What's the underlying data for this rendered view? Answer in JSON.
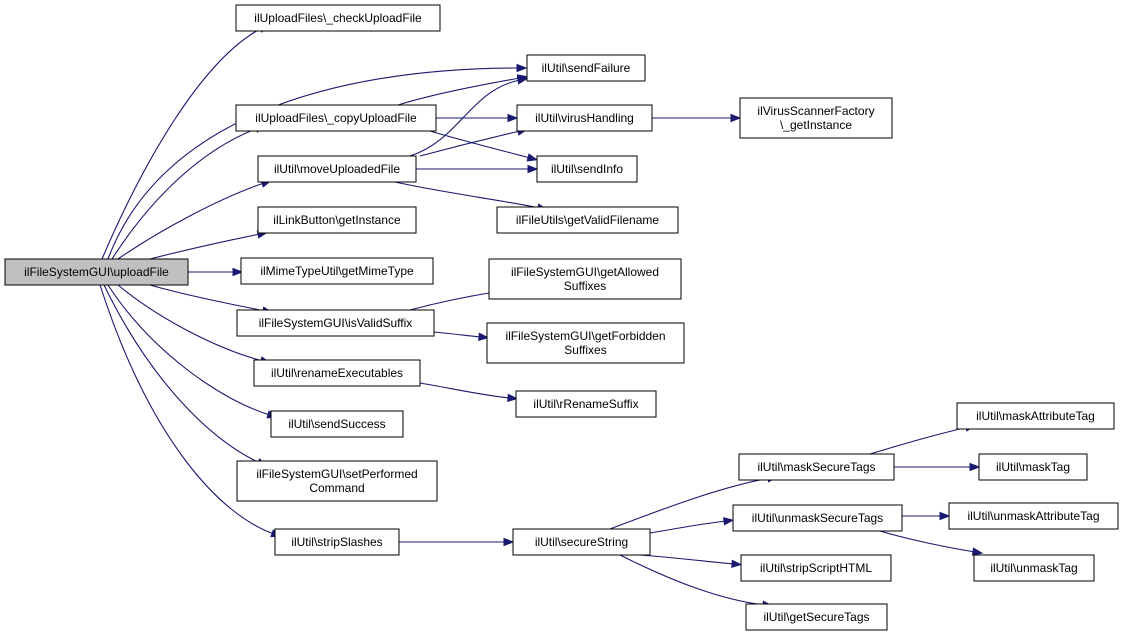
{
  "diagram": {
    "nodes": [
      {
        "id": "root",
        "lines": [
          "ilFileSystemGUI\\uploadFile"
        ]
      },
      {
        "id": "checkUpload",
        "lines": [
          "ilUploadFiles\\_checkUploadFile"
        ]
      },
      {
        "id": "copyUpload",
        "lines": [
          "ilUploadFiles\\_copyUploadFile"
        ]
      },
      {
        "id": "moveUploaded",
        "lines": [
          "ilUtil\\moveUploadedFile"
        ]
      },
      {
        "id": "linkButton",
        "lines": [
          "ilLinkButton\\getInstance"
        ]
      },
      {
        "id": "mimeType",
        "lines": [
          "ilMimeTypeUtil\\getMimeType"
        ]
      },
      {
        "id": "isValidSuffix",
        "lines": [
          "ilFileSystemGUI\\isValidSuffix"
        ]
      },
      {
        "id": "renameExec",
        "lines": [
          "ilUtil\\renameExecutables"
        ]
      },
      {
        "id": "sendSuccess",
        "lines": [
          "ilUtil\\sendSuccess"
        ]
      },
      {
        "id": "setPerformed",
        "lines": [
          "ilFileSystemGUI\\setPerformed",
          "Command"
        ]
      },
      {
        "id": "stripSlashes",
        "lines": [
          "ilUtil\\stripSlashes"
        ]
      },
      {
        "id": "sendFailure",
        "lines": [
          "ilUtil\\sendFailure"
        ]
      },
      {
        "id": "virusHandling",
        "lines": [
          "ilUtil\\virusHandling"
        ]
      },
      {
        "id": "sendInfo",
        "lines": [
          "ilUtil\\sendInfo"
        ]
      },
      {
        "id": "getValidFilename",
        "lines": [
          "ilFileUtils\\getValidFilename"
        ]
      },
      {
        "id": "getAllowed",
        "lines": [
          "ilFileSystemGUI\\getAllowed",
          "Suffixes"
        ]
      },
      {
        "id": "getForbidden",
        "lines": [
          "ilFileSystemGUI\\getForbidden",
          "Suffixes"
        ]
      },
      {
        "id": "rRename",
        "lines": [
          "ilUtil\\rRenameSuffix"
        ]
      },
      {
        "id": "secureString",
        "lines": [
          "ilUtil\\secureString"
        ]
      },
      {
        "id": "virusScanner",
        "lines": [
          "ilVirusScannerFactory",
          "\\_getInstance"
        ]
      },
      {
        "id": "maskSecure",
        "lines": [
          "ilUtil\\maskSecureTags"
        ]
      },
      {
        "id": "unmaskSecure",
        "lines": [
          "ilUtil\\unmaskSecureTags"
        ]
      },
      {
        "id": "stripScript",
        "lines": [
          "ilUtil\\stripScriptHTML"
        ]
      },
      {
        "id": "getSecureTags",
        "lines": [
          "ilUtil\\getSecureTags"
        ]
      },
      {
        "id": "maskAttr",
        "lines": [
          "ilUtil\\maskAttributeTag"
        ]
      },
      {
        "id": "maskTag",
        "lines": [
          "ilUtil\\maskTag"
        ]
      },
      {
        "id": "unmaskAttr",
        "lines": [
          "ilUtil\\unmaskAttributeTag"
        ]
      },
      {
        "id": "unmaskTag",
        "lines": [
          "ilUtil\\unmaskTag"
        ]
      }
    ],
    "edges": [
      [
        "root",
        "checkUpload"
      ],
      [
        "root",
        "sendFailure"
      ],
      [
        "root",
        "copyUpload"
      ],
      [
        "root",
        "moveUploaded"
      ],
      [
        "root",
        "linkButton"
      ],
      [
        "root",
        "mimeType"
      ],
      [
        "root",
        "isValidSuffix"
      ],
      [
        "root",
        "renameExec"
      ],
      [
        "root",
        "sendSuccess"
      ],
      [
        "root",
        "setPerformed"
      ],
      [
        "root",
        "stripSlashes"
      ],
      [
        "copyUpload",
        "sendFailure"
      ],
      [
        "copyUpload",
        "virusHandling"
      ],
      [
        "copyUpload",
        "sendInfo"
      ],
      [
        "moveUploaded",
        "sendFailure"
      ],
      [
        "moveUploaded",
        "virusHandling"
      ],
      [
        "moveUploaded",
        "sendInfo"
      ],
      [
        "moveUploaded",
        "getValidFilename"
      ],
      [
        "virusHandling",
        "virusScanner"
      ],
      [
        "isValidSuffix",
        "getAllowed"
      ],
      [
        "isValidSuffix",
        "getForbidden"
      ],
      [
        "renameExec",
        "rRename"
      ],
      [
        "stripSlashes",
        "secureString"
      ],
      [
        "secureString",
        "maskSecure"
      ],
      [
        "secureString",
        "unmaskSecure"
      ],
      [
        "secureString",
        "stripScript"
      ],
      [
        "secureString",
        "getSecureTags"
      ],
      [
        "maskSecure",
        "maskAttr"
      ],
      [
        "maskSecure",
        "maskTag"
      ],
      [
        "unmaskSecure",
        "unmaskAttr"
      ],
      [
        "unmaskSecure",
        "unmaskTag"
      ]
    ]
  }
}
